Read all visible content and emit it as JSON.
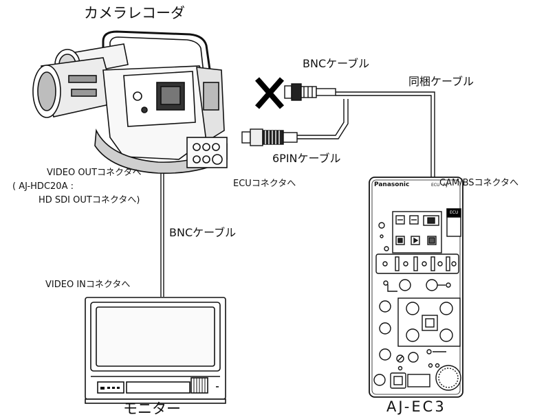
{
  "labels": {
    "camera_recorder": "カメラレコーダ",
    "bnc_cable_top": "BNCケーブル",
    "bundled_cable": "同梱ケーブル",
    "six_pin_cable": "6PINケーブル",
    "ecu_connector": "ECUコネクタへ",
    "cam_bs_connector": "CAM/BSコネクタへ",
    "video_out_line1": "VIDEO OUTコネクタへ",
    "video_out_line2": "( AJ-HDC20A :",
    "video_out_line3": "HD SDI OUTコネクタへ)",
    "bnc_cable_vertical": "BNCケーブル",
    "video_in_connector": "VIDEO INコネクタへ",
    "monitor": "モニター",
    "ajec3": "AJ-EC3"
  },
  "panel": {
    "brand": "Panasonic",
    "ecu_small": "ECU",
    "model_small": "AJ-",
    "ecu_tag": "ECU"
  },
  "icons": [
    "camera-recorder-illustration",
    "cross-mark-icon",
    "bnc-connector-icon",
    "six-pin-connector-icon",
    "monitor-illustration",
    "control-unit-illustration"
  ]
}
